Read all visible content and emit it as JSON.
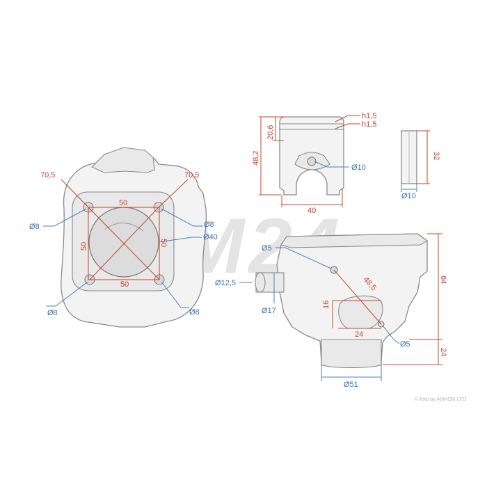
{
  "watermark": "M24",
  "credit": "© foto by ANKON LTD",
  "colors": {
    "dimension_red": "#c8432b",
    "dimension_blue": "#3b6fa8",
    "outline": "#8a8a8a"
  },
  "cylinder_head_view": {
    "diag_left": "70,5",
    "diag_right": "70,5",
    "spacing_top": "50",
    "spacing_bottom": "50",
    "spacing_left": "50",
    "spacing_right": "50",
    "hole_top_left": "Ø8",
    "hole_top_right": "Ø8",
    "hole_bottom_left": "Ø8",
    "hole_bottom_right": "Ø8",
    "bore": "Ø40"
  },
  "piston_view": {
    "ring_gap_1": "h1,5",
    "ring_gap_2": "h1,5",
    "ring_zone_height": "20,6",
    "total_height": "48,2",
    "pin_hole": "Ø10",
    "diameter": "40"
  },
  "pin_view": {
    "length": "32",
    "diameter": "Ø10"
  },
  "cylinder_side_view": {
    "stud_hole_top": "Ø5",
    "diagonal": "48,5",
    "inlet_outer": "Ø12,5",
    "inlet_inner": "Ø17",
    "port_height": "16",
    "port_width": "24",
    "stud_hole_bottom": "Ø5",
    "height": "64",
    "skirt_height": "24",
    "skirt_diameter": "Ø51"
  }
}
